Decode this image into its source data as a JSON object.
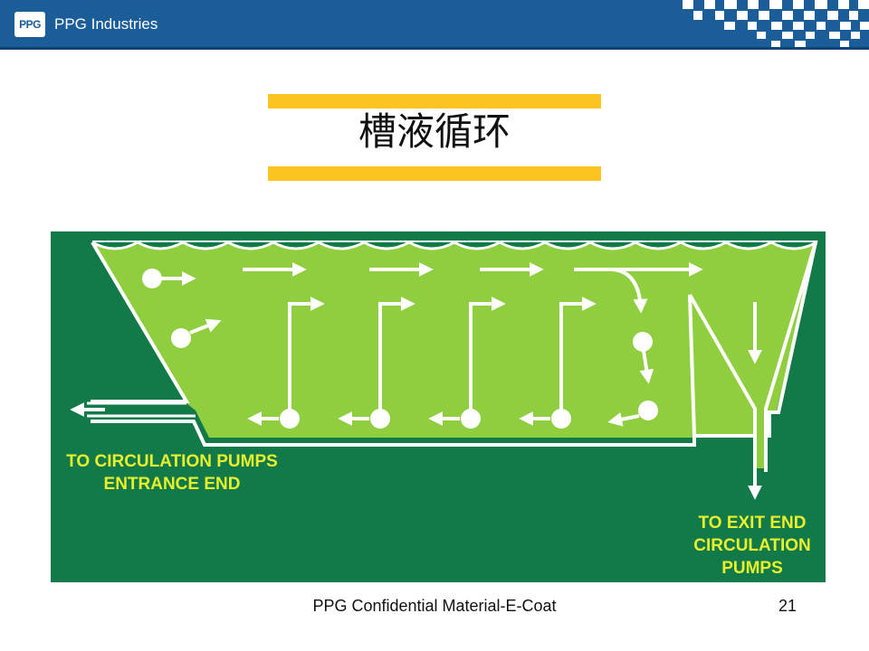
{
  "header": {
    "logo_text": "PPG",
    "company": "PPG Industries"
  },
  "slide": {
    "title": "槽液循环"
  },
  "diagram": {
    "labels": {
      "entrance_line1": "TO CIRCULATION PUMPS",
      "entrance_line2": "ENTRANCE END",
      "exit_line1": "TO EXIT END",
      "exit_line2": "CIRCULATION",
      "exit_line3": "PUMPS"
    },
    "colors": {
      "background": "#117a48",
      "tank_fill": "#8fce3e",
      "flow": "#ffffff",
      "label": "#e8f02e"
    }
  },
  "footer": {
    "text": "PPG Confidential Material-E-Coat",
    "page_number": "21"
  },
  "colors": {
    "header": "#1a5d99",
    "title_bars": "#fbc521"
  }
}
